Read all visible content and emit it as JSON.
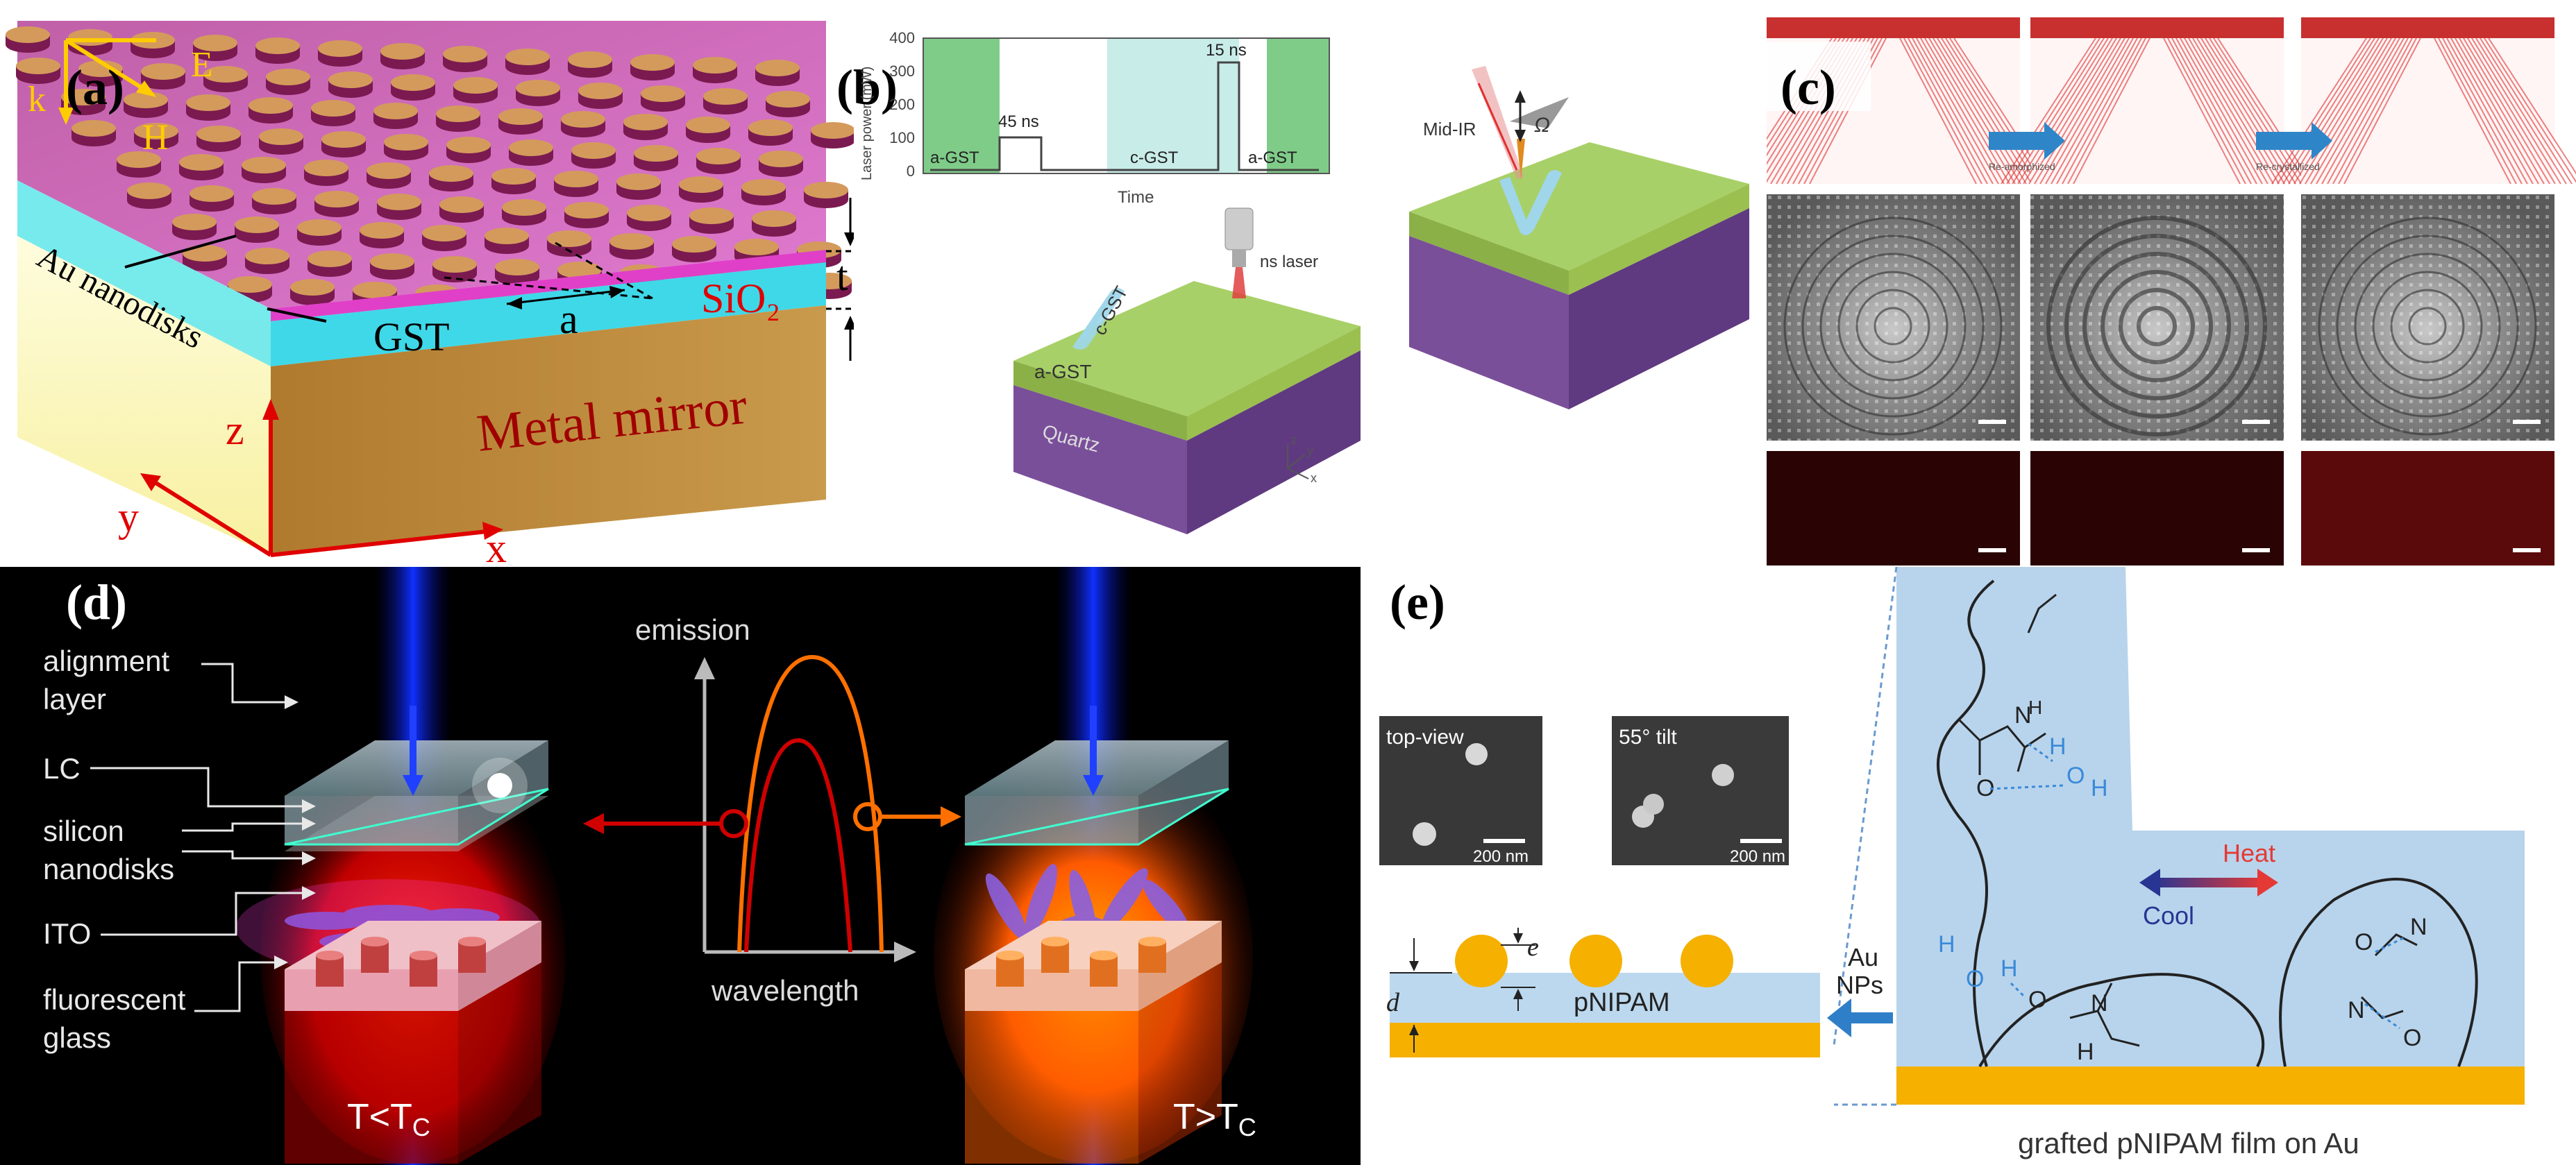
{
  "panel_a": {
    "label": "(a)",
    "k": "k",
    "E": "E",
    "H": "H",
    "nanodisks": "Au nanodisks",
    "gst": "GST",
    "period": "a",
    "sio2": "SiO₂",
    "thickness": "t",
    "mirror": "Metal mirror",
    "z": "z",
    "y": "y",
    "x": "x"
  },
  "panel_b": {
    "label": "(b)",
    "ylabel": "Laser power (mW)",
    "yticks": [
      "400",
      "300",
      "200",
      "100",
      "0"
    ],
    "xlabel": "Time",
    "pulse1": "45 ns",
    "pulse2": "15 ns",
    "state1": "a-GST",
    "state2": "c-GST",
    "state3": "a-GST",
    "laser": "ns laser",
    "midir": "Mid-IR",
    "omega": "Ω",
    "layer_top": "a-GST",
    "stripe": "c-GST",
    "substrate": "Quartz",
    "ax_z": "z",
    "ax_y": "y",
    "ax_x": "x"
  },
  "panel_c": {
    "label": "(c)",
    "arrow1": "Re-amorphized",
    "arrow2": "Re-crystallized"
  },
  "panel_d": {
    "label": "(d)",
    "layers": [
      "alignment layer",
      "LC",
      "silicon nanodisks",
      "ITO",
      "fluorescent glass"
    ],
    "alignment_1": "alignment",
    "alignment_2": "layer",
    "lc": "LC",
    "silicon_1": "silicon",
    "silicon_2": "nanodisks",
    "ito": "ITO",
    "fluor_1": "fluorescent",
    "fluor_2": "glass",
    "emission": "emission",
    "wavelength": "wavelength",
    "t_low": "T<T",
    "t_high": "T>T",
    "sub": "C"
  },
  "panel_e": {
    "label": "(e)",
    "topview": "top-view",
    "tilt": "55° tilt",
    "scale1": "200 nm",
    "scale2": "200 nm",
    "d": "d",
    "e": "e",
    "pnipam": "pNIPAM",
    "au": "Au",
    "nps": "NPs",
    "heat": "Heat",
    "cool": "Cool",
    "caption": "grafted pNIPAM film on Au"
  },
  "colors": {
    "gst_magenta": "#e040c8",
    "sio2_cyan": "#3fd8e8",
    "mirror_gold": "#c08a3a",
    "disk_gold": "#d09a5a",
    "pnipam_blue": "#bcd8ee",
    "au_gold": "#f5b000",
    "heat_red": "#e53935",
    "cool_blue": "#283593"
  }
}
